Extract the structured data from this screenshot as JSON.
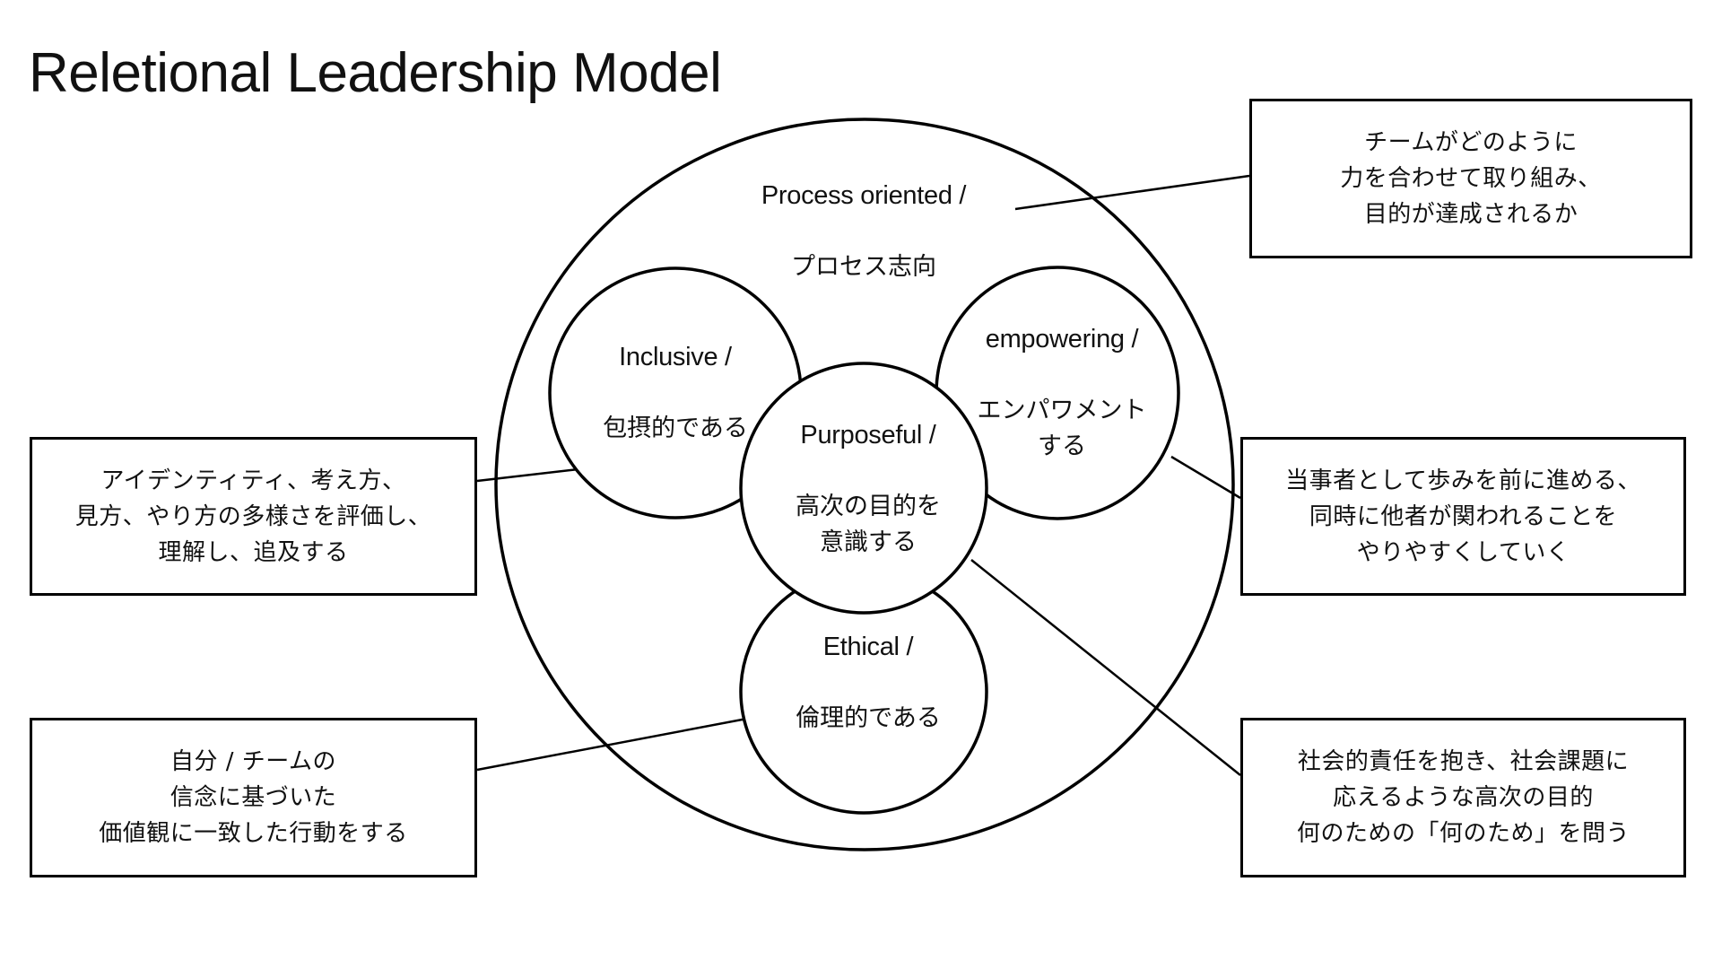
{
  "title": "Reletional Leadership Model",
  "model": {
    "outer": {
      "en": "Process oriented /",
      "ja": "プロセス志向"
    },
    "inclusive": {
      "en": "Inclusive /",
      "ja": "包摂的である"
    },
    "empowering": {
      "en": "empowering /",
      "ja": "エンパワメント\nする"
    },
    "purposeful": {
      "en": "Purposeful /",
      "ja": "高次の目的を\n意識する"
    },
    "ethical": {
      "en": "Ethical /",
      "ja": "倫理的である"
    }
  },
  "descriptions": {
    "process": "チームがどのように\n力を合わせて取り組み、\n目的が達成されるか",
    "inclusive": "アイデンティティ、考え方、\n見方、やり方の多様さを評価し、\n理解し、追及する",
    "empowering": "当事者として歩みを前に進める、\n同時に他者が関われることを\nやりやすくしていく",
    "ethical": "自分 / チームの\n信念に基づいた\n価値観に一致した行動をする",
    "purposeful": "社会的責任を抱き、社会課題に\n応えるような高次の目的\n何のための「何のため」を問う"
  }
}
